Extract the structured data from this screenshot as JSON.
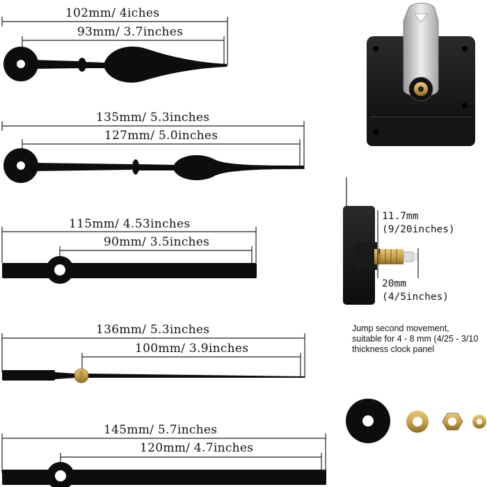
{
  "hand_sets": [
    {
      "outer": "102mm/ 4iches",
      "inner": "93mm/ 3.7inches"
    },
    {
      "outer": "135mm/ 5.3inches",
      "inner": "127mm/ 5.0inches"
    },
    {
      "outer": "115mm/ 4.53inches",
      "inner": "90mm/ 3.5inches"
    },
    {
      "outer": "136mm/ 5.3inches",
      "inner": "100mm/ 3.9inches"
    },
    {
      "outer": "145mm/ 5.7inches",
      "inner": "120mm/ 4.7inches"
    }
  ],
  "movement": {
    "shaft_length": "11.7mm",
    "shaft_length_in": "(9/20inches)",
    "thread_length": "20mm",
    "thread_length_in": "(4/5inches)",
    "note_line1": "Jump second movement,",
    "note_line2": "suitable for 4 - 8 mm (4/25 - 3/10",
    "note_line3": "thickness clock panel"
  },
  "colors": {
    "hand": "#0d0d0d",
    "dimension_line": "#222222",
    "brass": "#c9a24a",
    "silver": "#c8c8c8"
  }
}
